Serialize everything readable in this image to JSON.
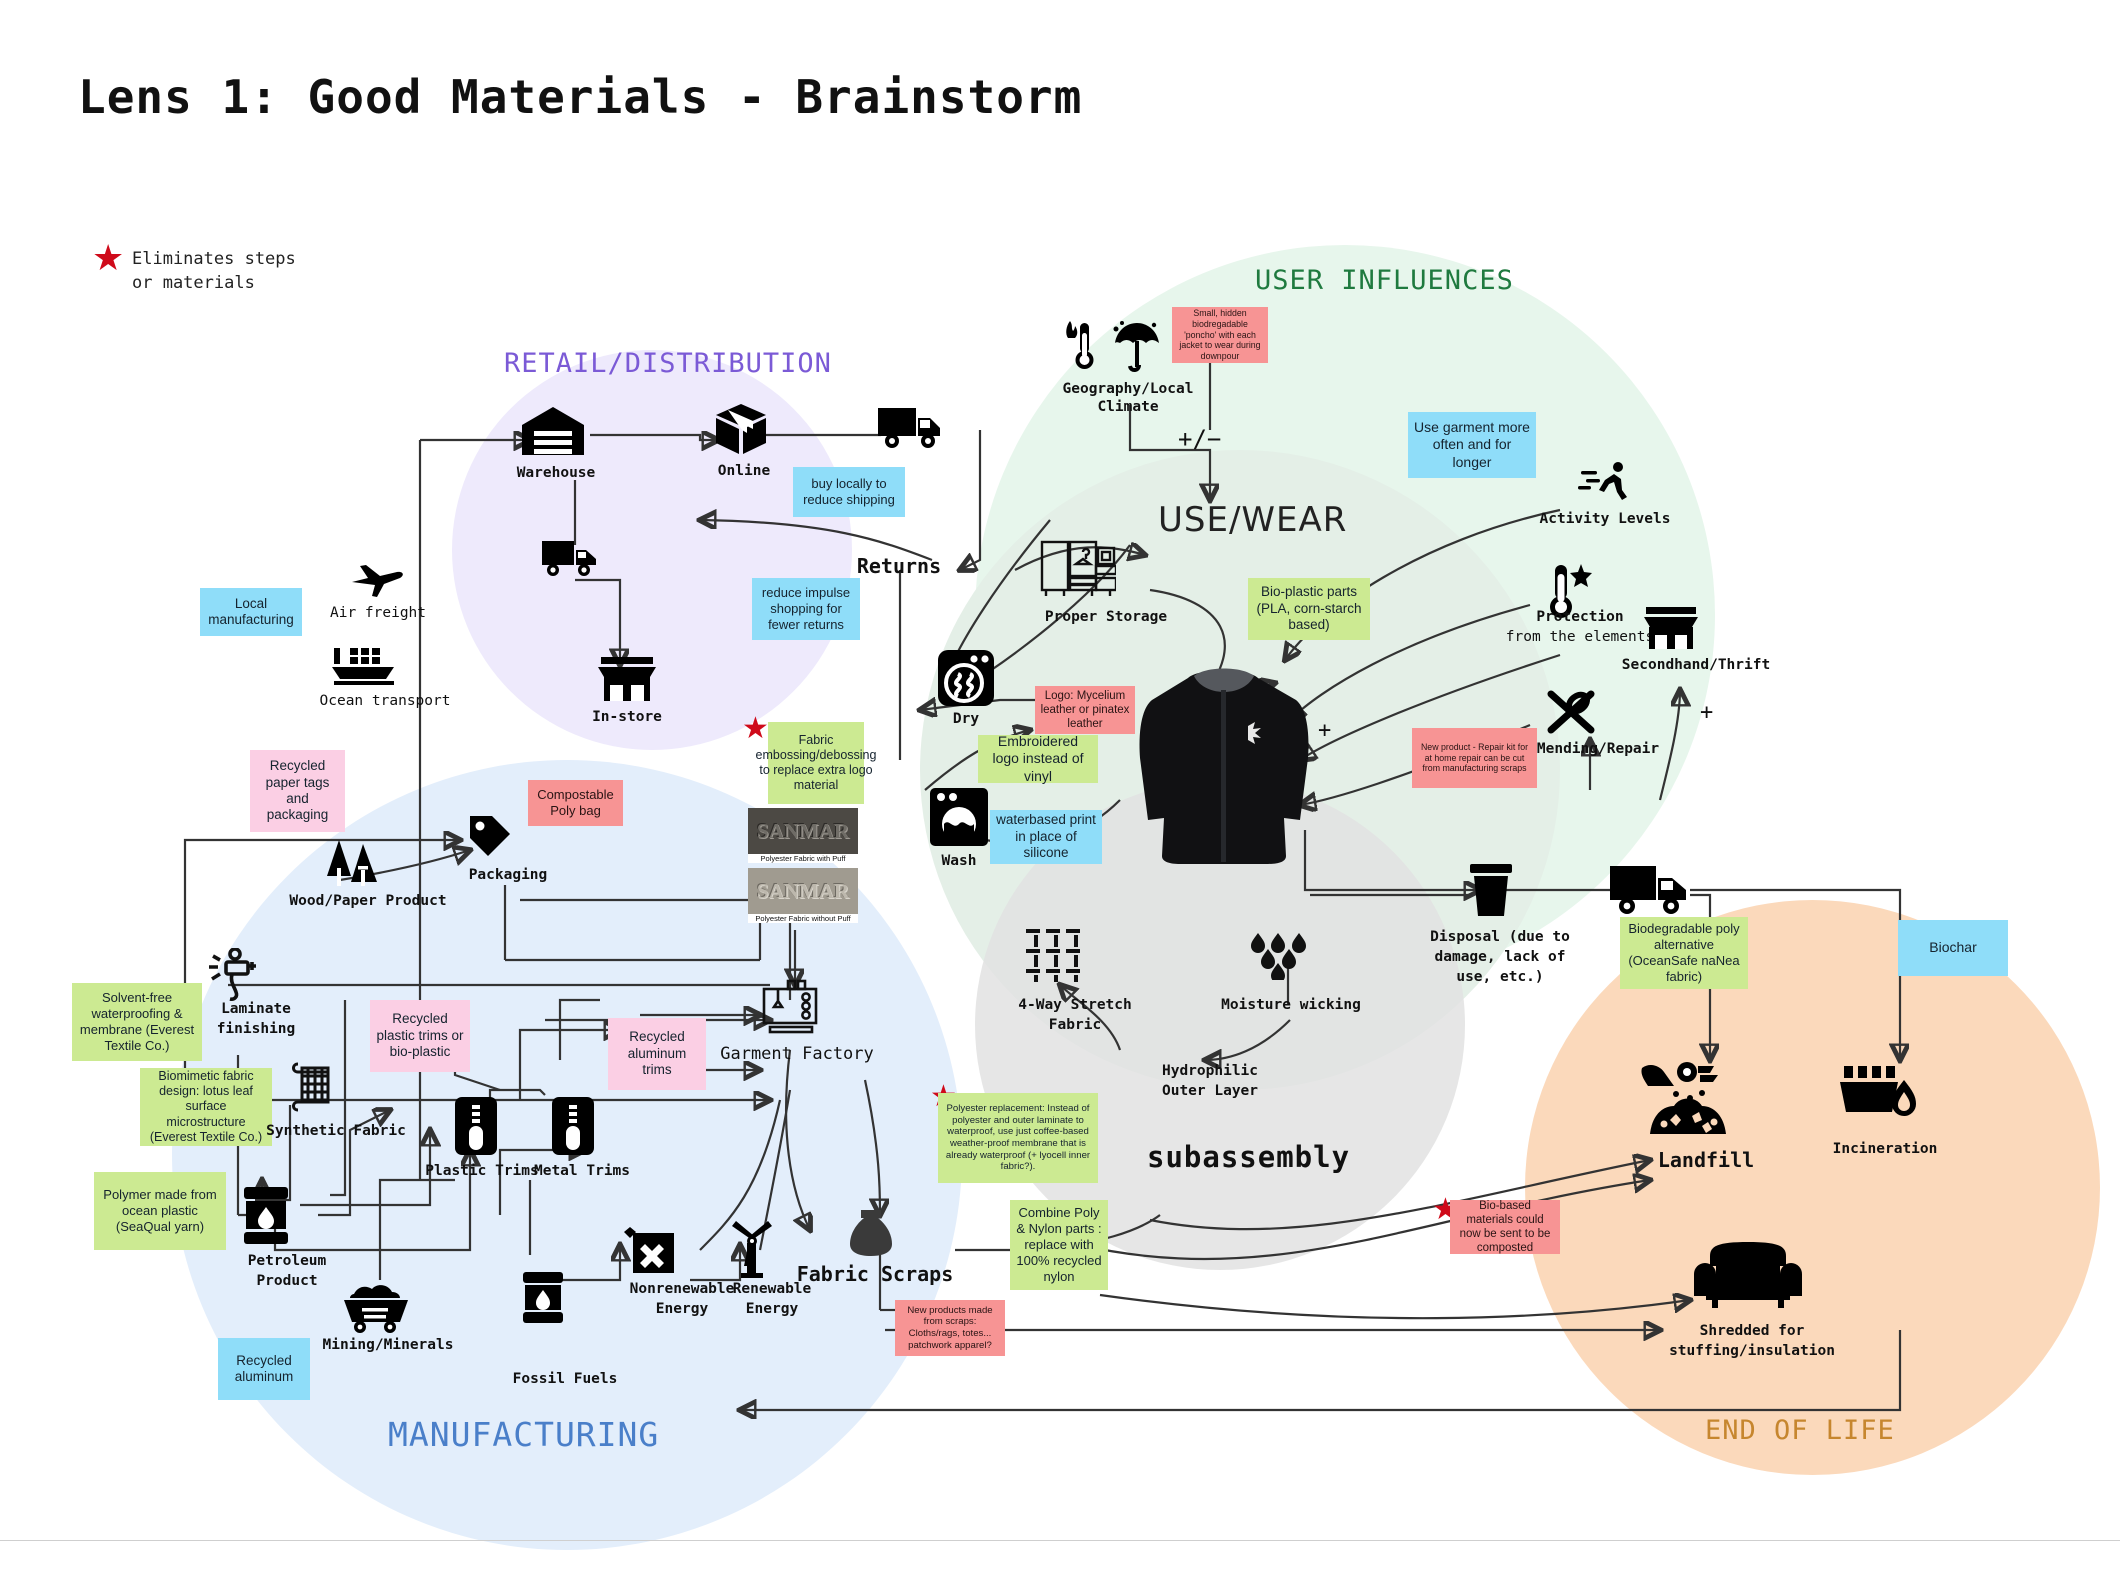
{
  "title": "Lens 1: Good Materials - Brainstorm",
  "legend": {
    "star_text_line1": "Eliminates steps",
    "star_text_line2": "or materials",
    "star_color": "#cf0a1a"
  },
  "zones": {
    "retail": "RETAIL/DISTRIBUTION",
    "user": "USER INFLUENCES",
    "usewear": "USE/WEAR",
    "subassembly": "subassembly",
    "manufacturing": "MANUFACTURING",
    "endoflife": "END OF LIFE"
  },
  "zone_colors": {
    "retail": "#7b5ad6",
    "user": "#1f7a3f",
    "manufacturing": "#4a7fc9",
    "endoflife": "#c6862e",
    "retail_fill": "#eeeafc",
    "user_fill": "#e7f6ec",
    "usewear_fill": "#e4efe7",
    "subassembly_fill": "#e2e2e2",
    "manufacturing_fill": "#e3eefb",
    "endoflife_fill": "#fbd9bb"
  },
  "note_colors": {
    "blue": "#8fddf9",
    "green": "#ccea92",
    "pink": "#fbcfe4",
    "red": "#f79494"
  },
  "nodes": {
    "warehouse": "Warehouse",
    "online": "Online",
    "in_store": "In-store",
    "returns": "Returns",
    "air_freight": "Air freight",
    "ocean_transport": "Ocean transport",
    "packaging": "Packaging",
    "wood_paper": "Wood/Paper Product",
    "laminate_finishing_l1": "Laminate",
    "laminate_finishing_l2": "finishing",
    "synthetic_fabric": "Synthetic Fabric",
    "plastic_trims": "Plastic Trims",
    "metal_trims": "Metal Trims",
    "petroleum_l1": "Petroleum",
    "petroleum_l2": "Product",
    "mining_minerals": "Mining/Minerals",
    "fossil_fuels": "Fossil Fuels",
    "nonrenewable_l1": "Nonrenewable",
    "nonrenewable_l2": "Energy",
    "renewable_l1": "Renewable",
    "renewable_l2": "Energy",
    "garment_factory": "Garment Factory",
    "fabric_scraps": "Fabric Scraps",
    "geography_climate": "Geography/Local Climate",
    "proper_storage": "Proper Storage",
    "dry": "Dry",
    "wash": "Wash",
    "activity_levels": "Activity Levels",
    "protection_l1": "Protection",
    "protection_l2": "from the elements",
    "secondhand_thrift": "Secondhand/Thrift",
    "mending_repair": "Mending/Repair",
    "four_way_stretch_l1": "4-Way Stretch",
    "four_way_stretch_l2": "Fabric",
    "moisture_wicking": "Moisture wicking",
    "hydrophilic_l1": "Hydrophilic",
    "hydrophilic_l2": "Outer Layer",
    "disposal_l1": "Disposal (due to",
    "disposal_l2": "damage, lack of",
    "disposal_l3": "use, etc.)",
    "landfill": "Landfill",
    "incineration": "Incineration",
    "shredded_l1": "Shredded for",
    "shredded_l2": "stuffing/insulation"
  },
  "notes": {
    "poncho": "Small, hidden biodregadable 'poncho' with each jacket to wear during downpour",
    "use_garment_more": "Use garment more often and for longer",
    "bio_plastic_parts": "Bio-plastic parts (PLA, corn-starch based)",
    "repair_kit": "New product - Repair kit for at home repair can be cut from manufacturing scraps",
    "buy_locally": "buy locally to reduce shipping",
    "reduce_impulse": "reduce impulse shopping for fewer returns",
    "local_manufacturing": "Local manufacturing",
    "recycled_paper_tags": "Recycled paper tags and packaging",
    "compostable_poly_bag": "Compostable Poly bag",
    "fabric_embossing": "Fabric embossing/debossing to replace extra logo material",
    "logo_mycelium": "Logo: Mycelium leather or pinatex leather",
    "embroidered_logo": "Embroidered logo instead of vinyl",
    "waterbased_print": "waterbased print in place of silicone",
    "solvent_free": "Solvent-free waterproofing & membrane (Everest Textile Co.)",
    "biomimetic": "Biomimetic fabric design: lotus leaf surface microstructure (Everest Textile Co.)",
    "polymer_ocean": "Polymer made from ocean plastic (SeaQual yarn)",
    "recycled_plastic_trims": "Recycled plastic trims or bio-plastic",
    "recycled_aluminum_trims": "Recycled aluminum trims",
    "recycled_aluminum": "Recycled aluminum",
    "polyester_replacement": "Polyester replacement: Instead of polyester and outer laminate to waterproof, use just coffee-based weather-proof membrane that is already waterproof (+ lyocell inner fabric?).",
    "combine_poly_nylon": "Combine Poly & Nylon parts : replace with 100% recycled nylon",
    "new_products_scraps": "New products made from scraps: Cloths/rags, totes... patchwork apparel?",
    "biodegradable_poly": "Biodegradable poly alternative (OceanSafe naNea fabric)",
    "biochar": "Biochar",
    "bio_based_composted": "Bio-based materials could now be sent to be composted"
  },
  "swatches": {
    "with_puff_text": "SANMAR",
    "with_puff_caption": "Polyester Fabric with Puff",
    "without_puff_text": "SANMAR",
    "without_puff_caption": "Polyester Fabric without Puff"
  },
  "symbols": {
    "plus_minus": "+/−",
    "plus": "+"
  },
  "icons": [
    "thermometer-fire-icon",
    "umbrella-rain-icon",
    "warehouse-icon",
    "package-box-icon",
    "delivery-truck-icon",
    "airplane-icon",
    "cargo-ship-icon",
    "storefront-icon",
    "price-tag-icon",
    "trees-icon",
    "spray-gun-icon",
    "fabric-swatch-icon",
    "zipper-icon",
    "oil-barrel-icon",
    "mining-cart-icon",
    "no-energy-icon",
    "wind-turbine-icon",
    "sewing-machine-icon",
    "scrap-bag-icon",
    "wardrobe-icon",
    "dryer-icon",
    "washer-icon",
    "running-person-icon",
    "thermometer-star-icon",
    "shop-awning-icon",
    "needle-thread-icon",
    "woven-fabric-icon",
    "water-drops-icon",
    "trash-bin-icon",
    "landfill-icon",
    "incinerator-icon",
    "sofa-icon",
    "jacket-image",
    "star-icon"
  ]
}
